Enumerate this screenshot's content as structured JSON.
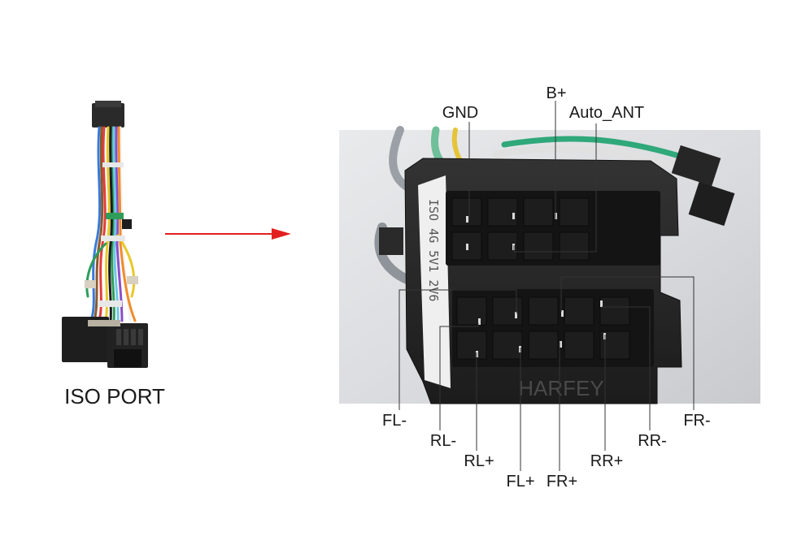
{
  "caption": "ISO PORT",
  "watermark": "HARFEY",
  "sticker_text": "ISO 4G 5V1 2V6",
  "arrow_color": "#e32020",
  "pin_labels": {
    "b_plus": "B+",
    "gnd": "GND",
    "auto_ant": "Auto_ANT",
    "fl_minus": "FL-",
    "rl_minus": "RL-",
    "rl_plus": "RL+",
    "fl_plus": "FL+",
    "fr_plus": "FR+",
    "rr_plus": "RR+",
    "rr_minus": "RR-",
    "fr_minus": "FR-"
  }
}
